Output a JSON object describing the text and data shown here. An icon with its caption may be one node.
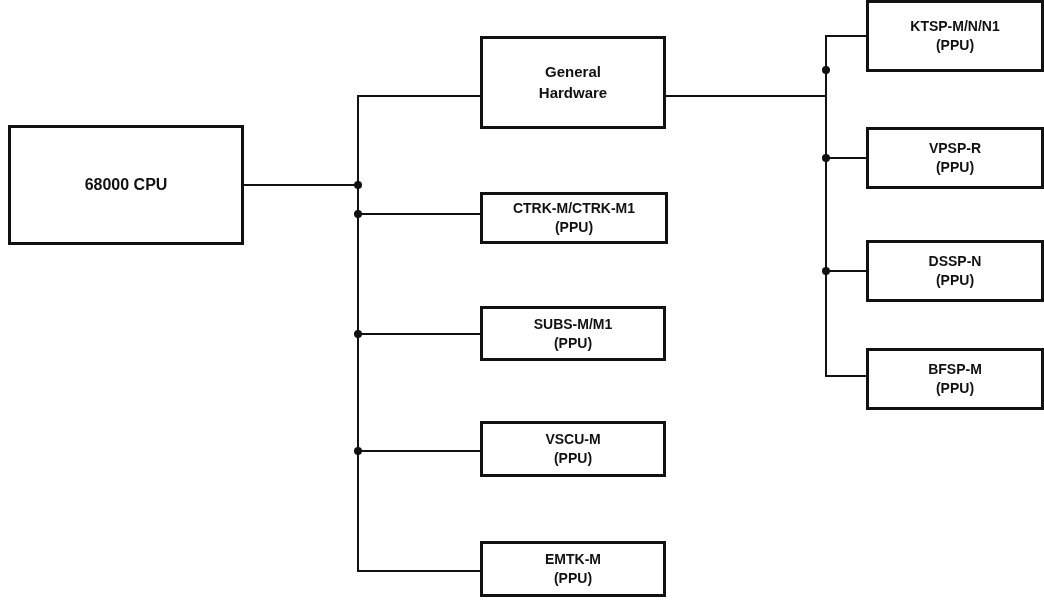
{
  "diagram": {
    "nodes": [
      {
        "text": [
          "68000 CPU"
        ]
      },
      {
        "text": [
          "General Hardware"
        ]
      },
      {
        "text": [
          "KTSP-M/N/N1",
          "(PPU)"
        ]
      },
      {
        "text": [
          "VPSP-R",
          "(PPU)"
        ]
      },
      {
        "text": [
          "DSSP-N",
          "(PPU)"
        ]
      },
      {
        "text": [
          "BFSP-M",
          "(PPU)"
        ]
      },
      {
        "text": [
          "CTRK-M/CTRK-M1",
          "(PPU)"
        ]
      },
      {
        "text": [
          "SUBS-M/M1",
          "(PPU)"
        ]
      },
      {
        "text": [
          "VSCU-M",
          "(PPU)"
        ]
      },
      {
        "text": [
          "EMTK-M",
          "(PPU)"
        ]
      }
    ],
    "edges": [
      {
        "from": 0,
        "to": 1,
        "arrow": "none"
      },
      {
        "from": 0,
        "to": 6,
        "arrow": "none"
      },
      {
        "from": 0,
        "to": 7,
        "arrow": "none"
      },
      {
        "from": 0,
        "to": 8,
        "arrow": "none"
      },
      {
        "from": 0,
        "to": 9,
        "arrow": "none"
      },
      {
        "from": 1,
        "to": 2,
        "arrow": "none"
      },
      {
        "from": 1,
        "to": 3,
        "arrow": "none"
      },
      {
        "from": 1,
        "to": 4,
        "arrow": "none"
      },
      {
        "from": 1,
        "to": 5,
        "arrow": "none"
      }
    ]
  }
}
